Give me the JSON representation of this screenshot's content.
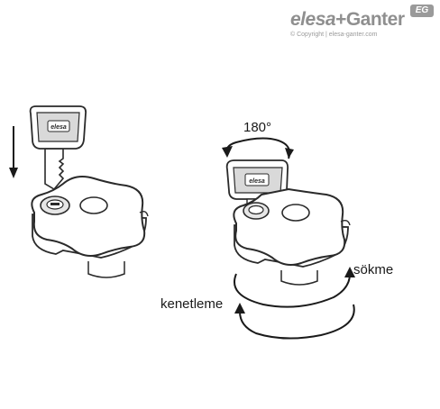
{
  "brand": {
    "name_part1": "elesa",
    "name_plus": "+",
    "name_part2": "Ganter",
    "badge": "EG",
    "copyright": "© Copyright | elesa-ganter.com"
  },
  "key_logo_text": "elesa",
  "labels": {
    "rotation_angle": "180°",
    "unlock": "sökme",
    "lock": "kenetleme"
  },
  "colors": {
    "line": "#2a2a2a",
    "brand_gray": "#8f8f8f"
  }
}
